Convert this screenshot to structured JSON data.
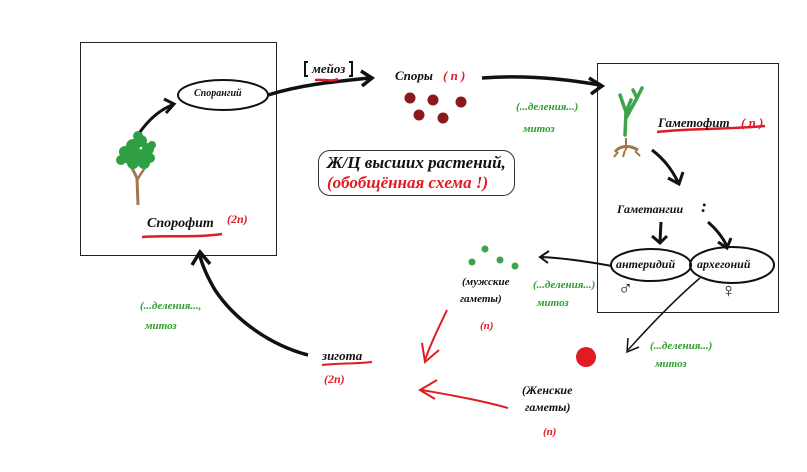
{
  "title_line1": "Ж/Ц высших растений,",
  "title_line2": "(обобщённая схема !)",
  "sporangium": "Спорангий",
  "meiosis": "мейоз",
  "spores": "Споры",
  "spores_ploidy": "( n )",
  "division1": "(...деления...)",
  "mitosis1": "митоз",
  "gametophyte": "Гаметофит",
  "gametophyte_ploidy": "( n )",
  "gametangia": "Гаметангии",
  "gametangia_colon": ":",
  "antheridium": "антеридий",
  "archegonium": "архегоний",
  "male_symbol": "♂",
  "female_symbol": "♀",
  "male_gametes_l1": "(мужские",
  "male_gametes_l2": "гаметы)",
  "male_ploidy": "(n)",
  "division2": "(...деления...)",
  "mitosis2": "митоз",
  "division3": "(...деления...)",
  "mitosis3": "митоз",
  "female_gametes_l1": "(Женские",
  "female_gametes_l2": "гаметы)",
  "female_ploidy": "(n)",
  "zygote": "зигота",
  "zygote_ploidy": "(2n)",
  "division4": "(...деления...,",
  "mitosis4": "митоз",
  "sporophyte": "Спорофит",
  "sporophyte_ploidy": "(2n)",
  "colors": {
    "red": "#e01b24",
    "green": "#2ca02c",
    "spore": "#8b1a1a",
    "dot_green": "#3fa34d",
    "stem": "#a0764a"
  }
}
